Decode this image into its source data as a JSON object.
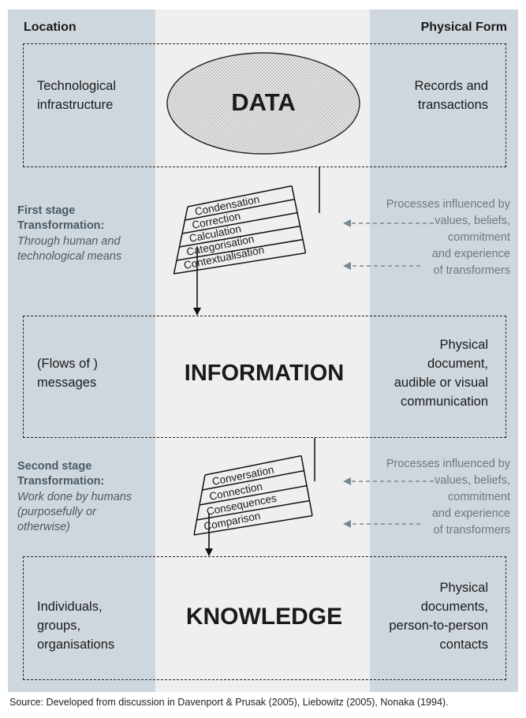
{
  "headers": {
    "location": "Location",
    "physical_form": "Physical Form"
  },
  "data_box": {
    "title": "DATA",
    "location_lines": [
      "Technological",
      "infrastructure"
    ],
    "form_lines": [
      "Records and",
      "transactions"
    ]
  },
  "first_stage": {
    "title_lines": [
      "First stage",
      "Transformation:"
    ],
    "desc_lines": [
      "Through human and",
      "technological means"
    ],
    "processes": [
      "Condensation",
      "Correction",
      "Calculation",
      "Categorisation",
      "Contextualisation"
    ],
    "influence_lines": [
      "Processes influenced by",
      "values, beliefs,",
      "commitment",
      "and experience",
      "of transformers"
    ]
  },
  "information_box": {
    "title": "INFORMATION",
    "location_lines": [
      "(Flows of )",
      "messages"
    ],
    "form_lines": [
      "Physical",
      "document,",
      "audible or visual",
      "communication"
    ]
  },
  "second_stage": {
    "title_lines": [
      "Second stage",
      "Transformation:"
    ],
    "desc_lines": [
      "Work done by humans",
      "(purposefully or",
      "otherwise)"
    ],
    "processes": [
      "Conversation",
      "Connection",
      "Consequences",
      "Comparison"
    ],
    "influence_lines": [
      "Processes influenced by",
      "values, beliefs,",
      "commitment",
      "and experience",
      "of transformers"
    ]
  },
  "knowledge_box": {
    "title": "KNOWLEDGE",
    "location_lines": [
      "Individuals,",
      "groups,",
      "organisations"
    ],
    "form_lines": [
      "Physical",
      "documents,",
      "person-to-person",
      "contacts"
    ]
  },
  "source": "Source: Developed from discussion in Davenport & Prusak (2005), Liebowitz (2005), Nonaka (1994)."
}
